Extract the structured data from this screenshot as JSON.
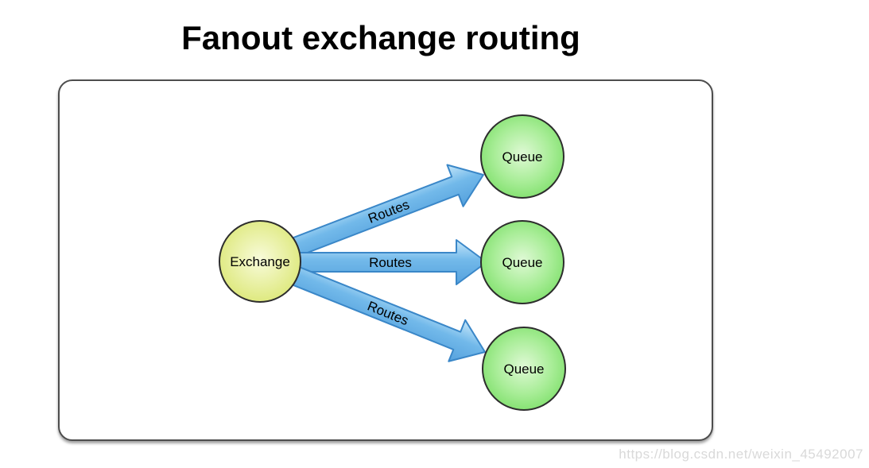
{
  "title": "Fanout exchange routing",
  "watermark": "https://blog.csdn.net/weixin_45492007",
  "diagram": {
    "nodes": {
      "exchange": {
        "label": "Exchange"
      },
      "queues": [
        {
          "label": "Queue"
        },
        {
          "label": "Queue"
        },
        {
          "label": "Queue"
        }
      ]
    },
    "edges": [
      {
        "label": "Routes"
      },
      {
        "label": "Routes"
      },
      {
        "label": "Routes"
      }
    ],
    "colors": {
      "arrow_fill": "#72b9ea",
      "arrow_fill_light": "#c6e7fa",
      "arrow_fill_dark": "#55a1dd",
      "arrow_border": "#3a87c8",
      "exchange_fill": "#dae670",
      "exchange_fill_light": "#f8fbda",
      "queue_fill": "#77dd63",
      "queue_fill_light": "#dff9d5",
      "node_border": "#2d2d2d",
      "panel_border": "#4d4d4d",
      "watermark_color": "#d9d9d9"
    }
  }
}
